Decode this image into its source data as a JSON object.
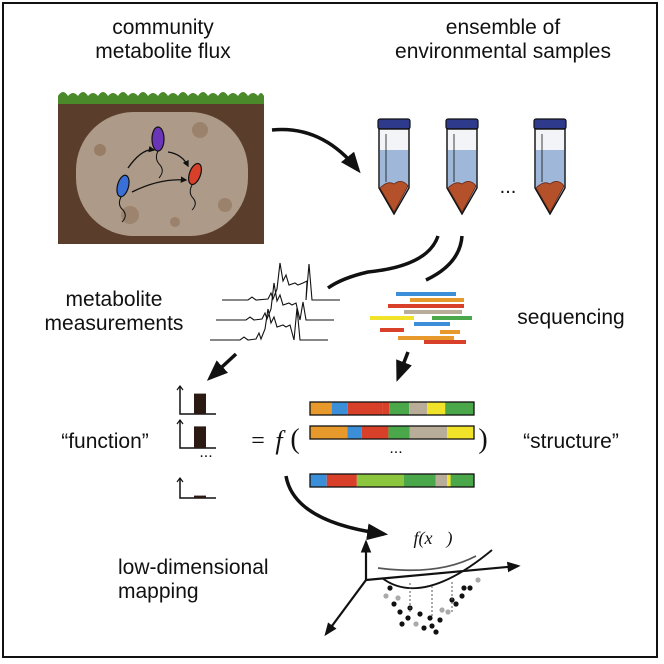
{
  "labels": {
    "community_title": [
      "community",
      "metabolite flux"
    ],
    "ensemble_title": [
      "ensemble of",
      "environmental samples"
    ],
    "metabolite_label": [
      "metabolite",
      "measurements"
    ],
    "sequencing_label": "sequencing",
    "function_label": "“function”",
    "structure_label": "“structure”",
    "equation_eq": "=",
    "equation_f": "f",
    "equation_open": "(",
    "equation_close": ")",
    "mapping_label": [
      "low-dimensional",
      "mapping"
    ],
    "ellipsis": "...",
    "fx_label": "f(x⃗)"
  },
  "colors": {
    "soil": "#5a3e2b",
    "grass": "#4a8a2a",
    "tube_cap": "#2e3a8c",
    "liquid": "#9fb7d8",
    "sediment": "#b4512a",
    "bar_fill": "#2b1a12",
    "microbe_purple": "#6b35b8",
    "microbe_blue": "#3a6fd8",
    "microbe_red": "#d8402a"
  },
  "function_bars": [
    0.85,
    0.9,
    0.15
  ],
  "structure_rows": [
    [
      "#e79a2b",
      "#3a8fd8",
      "#d8402a",
      "#d8402a",
      "#4aa84a",
      "#b8ad98",
      "#f1e32a",
      "#4aa84a"
    ],
    [
      "#e79a2b",
      "#3a8fd8",
      "#d8402a",
      "#4aa84a",
      "#b8ad98",
      "#f1e32a"
    ],
    [
      "#3a8fd8",
      "#d8402a",
      "#8cc63f",
      "#4aa84a",
      "#b8ad98",
      "#f1e32a",
      "#4aa84a"
    ]
  ],
  "sequencing_reads": [
    "#3a8fd8",
    "#e79a2b",
    "#d8402a",
    "#b8ad98",
    "#f1e32a",
    "#4aa84a",
    "#3a8fd8",
    "#d8402a",
    "#e79a2b"
  ]
}
